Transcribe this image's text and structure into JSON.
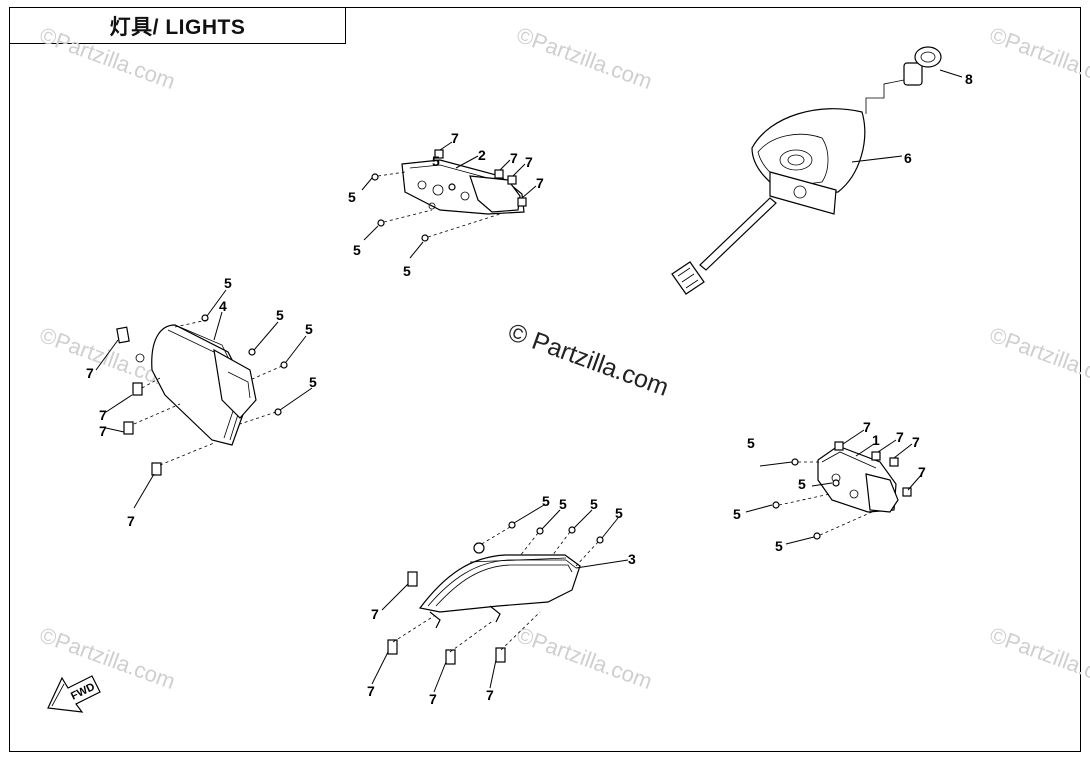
{
  "title": "灯具/ LIGHTS",
  "watermark": "©Partzilla.com",
  "center_watermark": "© Partzilla.com",
  "fwd_label": "FWD",
  "callouts": {
    "c1": "1",
    "c2": "2",
    "c3": "3",
    "c4": "4",
    "c5": "5",
    "c6": "6",
    "c7": "7",
    "c8": "8"
  }
}
